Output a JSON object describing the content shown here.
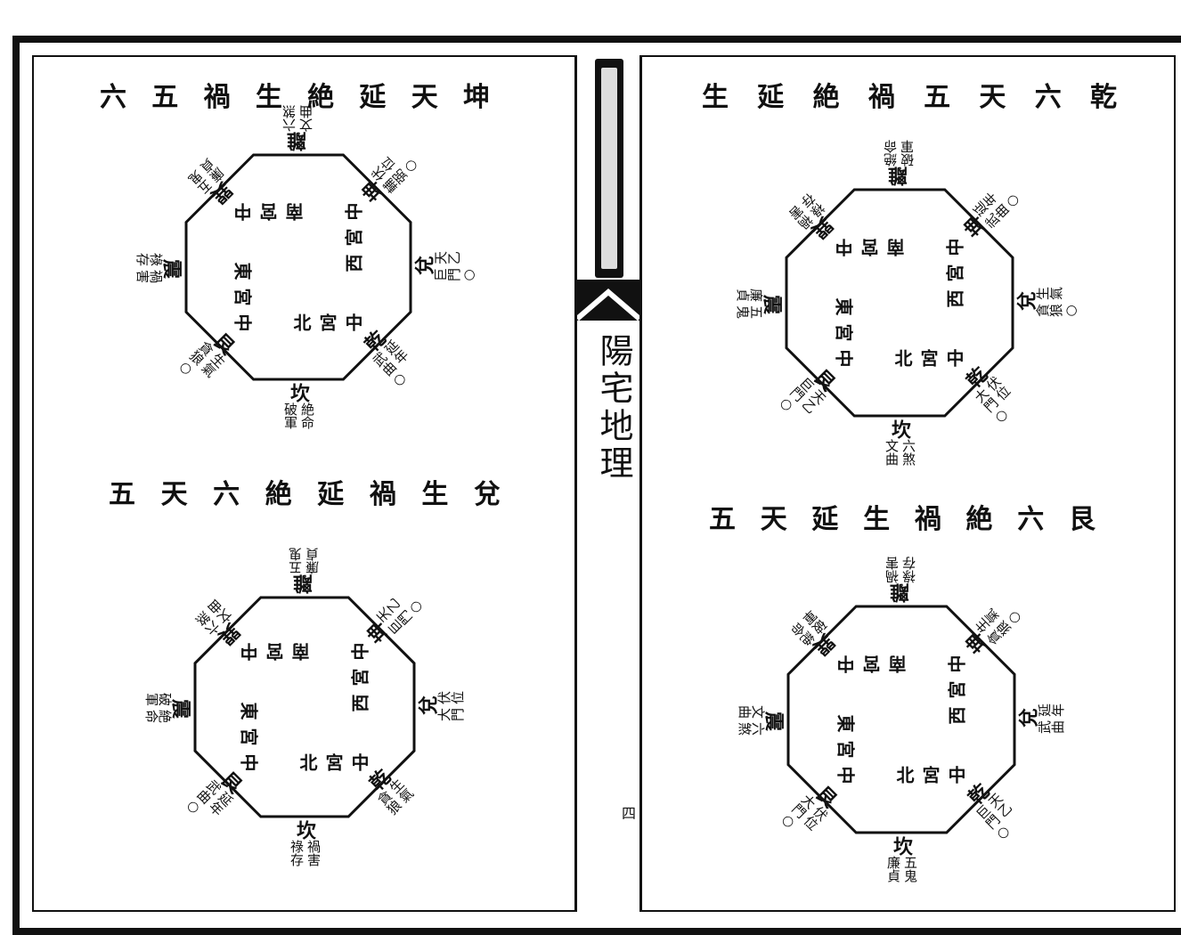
{
  "spine": {
    "title": "陽宅地理",
    "page_number": "四"
  },
  "diagrams": [
    {
      "title": [
        "六",
        "五",
        "禍",
        "生",
        "絶",
        "延",
        "天",
        "坤"
      ],
      "labels": {
        "S": {
          "inner": "中宮北",
          "tri": "坎",
          "stars": "絶命\n破軍"
        },
        "W": {
          "inner": "中宮東",
          "tri": "震",
          "stars": "禍害\n祿存"
        },
        "N": {
          "inner": "中宮南",
          "tri": "離",
          "stars": "六煞\n文曲"
        },
        "E": {
          "inner": "中宮西",
          "tri": "兌",
          "stars": "天乙\n巨門○"
        },
        "SE": {
          "tri": "乾",
          "stars": "延年\n武曲○"
        },
        "SW": {
          "tri": "艮",
          "stars": "生氣\n貪狼○"
        },
        "NW": {
          "tri": "巽",
          "stars": "五鬼\n廉貞"
        },
        "NE": {
          "tri": "坤",
          "stars": "伏位\n輔弼○"
        }
      }
    },
    {
      "title": [
        "五",
        "天",
        "六",
        "絶",
        "延",
        "禍",
        "生",
        "兌"
      ],
      "labels": {
        "S": {
          "inner": "中宮北",
          "tri": "坎",
          "stars": "禍害\n祿存"
        },
        "W": {
          "inner": "中宮東",
          "tri": "震",
          "stars": "絶命\n破軍"
        },
        "N": {
          "inner": "中宮南",
          "tri": "離",
          "stars": "五鬼\n廉貞"
        },
        "E": {
          "inner": "中宮西",
          "tri": "兌",
          "stars": "伏位\n大門"
        },
        "SE": {
          "tri": "乾",
          "stars": "生氣\n貪狼"
        },
        "SW": {
          "tri": "艮",
          "stars": "延年\n武曲○"
        },
        "NW": {
          "tri": "巽",
          "stars": "六煞\n文曲"
        },
        "NE": {
          "tri": "坤",
          "stars": "天乙\n巨門○"
        }
      }
    },
    {
      "title": [
        "生",
        "延",
        "絶",
        "禍",
        "五",
        "天",
        "六",
        "乾"
      ],
      "labels": {
        "S": {
          "inner": "中宮北",
          "tri": "坎",
          "stars": "六煞\n文曲"
        },
        "W": {
          "inner": "中宮東",
          "tri": "震",
          "stars": "五鬼\n廉貞"
        },
        "N": {
          "inner": "中宮南",
          "tri": "離",
          "stars": "絶命\n破軍"
        },
        "E": {
          "inner": "中宮西",
          "tri": "兌",
          "stars": "生氣\n貪狼○"
        },
        "SE": {
          "tri": "乾",
          "stars": "伏位\n大門○"
        },
        "SW": {
          "tri": "艮",
          "stars": "天乙\n巨門○"
        },
        "NW": {
          "tri": "巽",
          "stars": "禍害\n祿存"
        },
        "NE": {
          "tri": "坤",
          "stars": "延年\n武曲○"
        }
      }
    },
    {
      "title": [
        "五",
        "天",
        "延",
        "生",
        "禍",
        "絶",
        "六",
        "艮"
      ],
      "labels": {
        "S": {
          "inner": "中宮北",
          "tri": "坎",
          "stars": "五鬼\n廉貞"
        },
        "W": {
          "inner": "中宮東",
          "tri": "震",
          "stars": "六煞\n文曲"
        },
        "N": {
          "inner": "中宮南",
          "tri": "離",
          "stars": "禍害\n祿存"
        },
        "E": {
          "inner": "中宮西",
          "tri": "兌",
          "stars": "延年\n武曲"
        },
        "SE": {
          "tri": "乾",
          "stars": "天乙\n巨門○"
        },
        "SW": {
          "tri": "艮",
          "stars": "伏位\n大門○"
        },
        "NW": {
          "tri": "巽",
          "stars": "絶命\n破軍"
        },
        "NE": {
          "tri": "坤",
          "stars": "生氣\n貪狼○"
        }
      }
    }
  ]
}
